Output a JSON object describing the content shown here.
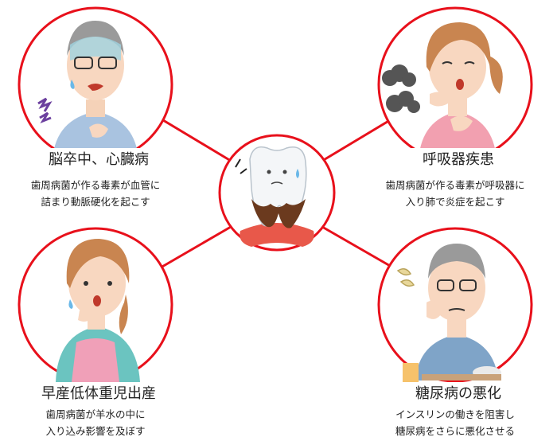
{
  "colors": {
    "accent": "#e8101b",
    "line": "#e8101b"
  },
  "center": {
    "icon": "tooth-with-plaque-icon"
  },
  "items": [
    {
      "icon": "elderly-man-chest-pain-icon",
      "title": "脳卒中、心臓病",
      "desc_lines": [
        "歯周病菌が作る毒素が血管に",
        "詰まり動脈硬化を起こす"
      ]
    },
    {
      "icon": "coughing-woman-icon",
      "title": "呼吸器疾患",
      "desc_lines": [
        "歯周病菌が作る毒素が呼吸器に",
        "入り肺で炎症を起こす"
      ]
    },
    {
      "icon": "pregnant-woman-icon",
      "title": "早産低体重児出産",
      "desc_lines": [
        "歯周病菌が羊水の中に",
        "入り込み影響を及ぼす"
      ]
    },
    {
      "icon": "elderly-man-worried-icon",
      "title": "糖尿病の悪化",
      "desc_lines": [
        "インスリンの働きを阻害し",
        "糖尿病をさらに悪化させる"
      ]
    }
  ]
}
